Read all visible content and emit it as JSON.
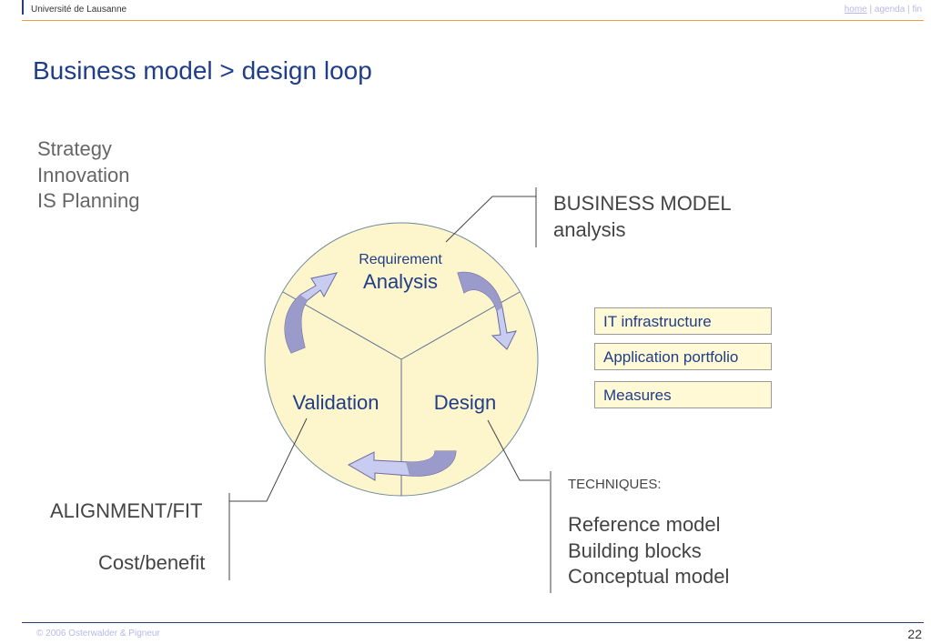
{
  "header": {
    "university": "Université de Lausanne",
    "nav_home": "home",
    "nav_sep1": "|",
    "nav_agenda": "agenda",
    "nav_sep2": "|",
    "nav_fin": "fin"
  },
  "title": "Business model > design loop",
  "left_list": [
    "Strategy",
    "Innovation",
    "IS Planning"
  ],
  "business_model": [
    "BUSINESS MODEL",
    "analysis"
  ],
  "cycle": {
    "analysis_small": "Requirement",
    "analysis_large": "Analysis",
    "validation": "Validation",
    "design": "Design"
  },
  "boxes": [
    "IT infrastructure",
    "Application portfolio",
    "Measures"
  ],
  "techniques": {
    "heading": "TECHNIQUES:",
    "items": [
      "Reference model",
      "Building blocks",
      "Conceptual model"
    ]
  },
  "alignment": "ALIGNMENT/FIT",
  "cost": "Cost/benefit",
  "footer": {
    "copyright": "© 2006  Osterwalder & Pigneur",
    "page": "22"
  },
  "colors": {
    "title": "#1f3e88",
    "circle_fill": "#fdf5cc",
    "arrow_light": "#c8ccf0",
    "arrow_dark": "#9a9acb",
    "box_fill": "#fff9d6"
  }
}
